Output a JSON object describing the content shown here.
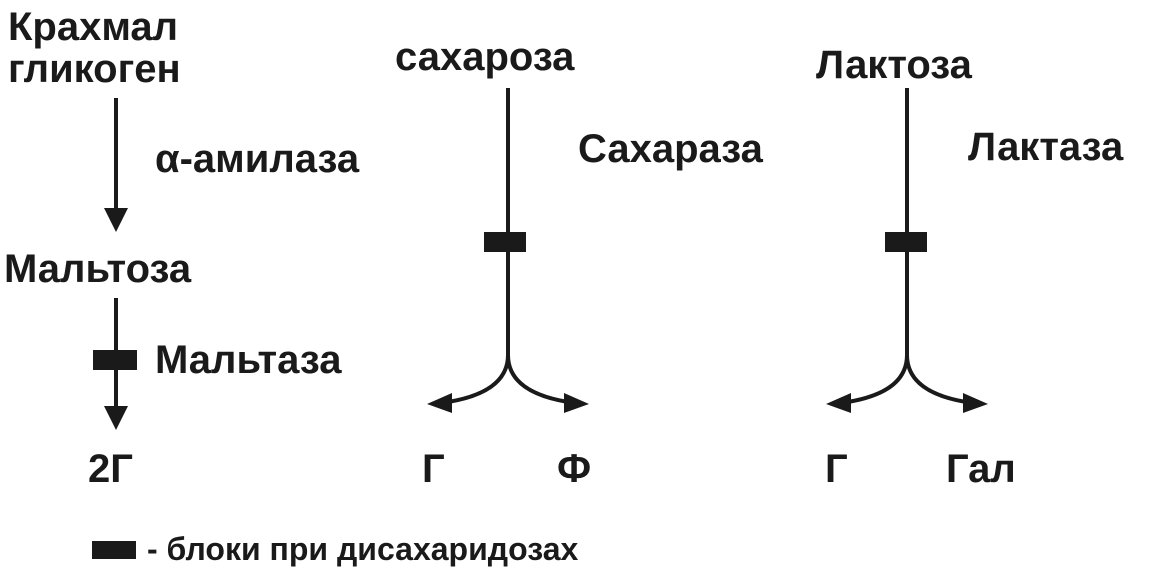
{
  "pathway_starch": {
    "substrate_line1": "Крахмал",
    "substrate_line2": "гликоген",
    "enzyme1_prefix": "α",
    "enzyme1_name": "-амилаза",
    "intermediate": "Мальтоза",
    "enzyme2": "Мальтаза",
    "product": "2Г"
  },
  "pathway_sucrose": {
    "substrate": "сахароза",
    "enzyme": "Сахараза",
    "product_left": "Г",
    "product_right": "Ф"
  },
  "pathway_lactose": {
    "substrate": "Лактоза",
    "enzyme": "Лактаза",
    "product_left": "Г",
    "product_right": "Гал"
  },
  "legend": {
    "text": "- блоки при дисахаридозах"
  },
  "colors": {
    "ink": "#1a1a1a",
    "background": "#ffffff"
  }
}
